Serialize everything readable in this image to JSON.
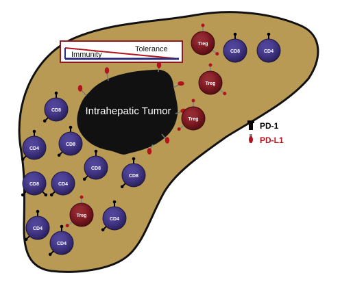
{
  "tumor": {
    "label": "Intrahepatic Tumor"
  },
  "balance": {
    "left_label": "Immunity",
    "right_label": "Tolerance"
  },
  "legend": {
    "items": [
      {
        "label": "PD-1",
        "color": "#000000",
        "icon": "pd1-receptor-icon"
      },
      {
        "label": "PD-L1",
        "color": "#b3131c",
        "icon": "pdl1-ligand-icon"
      }
    ]
  },
  "colors": {
    "liver": "#b89a55",
    "tumor": "#111111",
    "t_cell": "#3f3380",
    "treg": "#7a1820",
    "pd1": "#000000",
    "pdl1": "#b3131c"
  },
  "cells": [
    {
      "type": "Treg",
      "label": "Treg"
    },
    {
      "type": "T",
      "label": "CD8"
    },
    {
      "type": "T",
      "label": "CD4"
    },
    {
      "type": "Treg",
      "label": "Treg"
    },
    {
      "type": "Treg",
      "label": "Treg"
    },
    {
      "type": "T",
      "label": "CD8"
    },
    {
      "type": "T",
      "label": "CD4"
    },
    {
      "type": "T",
      "label": "CD8"
    },
    {
      "type": "T",
      "label": "CD8"
    },
    {
      "type": "T",
      "label": "CD8"
    },
    {
      "type": "T",
      "label": "CD8"
    },
    {
      "type": "T",
      "label": "CD4"
    },
    {
      "type": "Treg",
      "label": "Treg"
    },
    {
      "type": "T",
      "label": "CD4"
    },
    {
      "type": "T",
      "label": "CD4"
    },
    {
      "type": "T",
      "label": "CD4"
    }
  ]
}
